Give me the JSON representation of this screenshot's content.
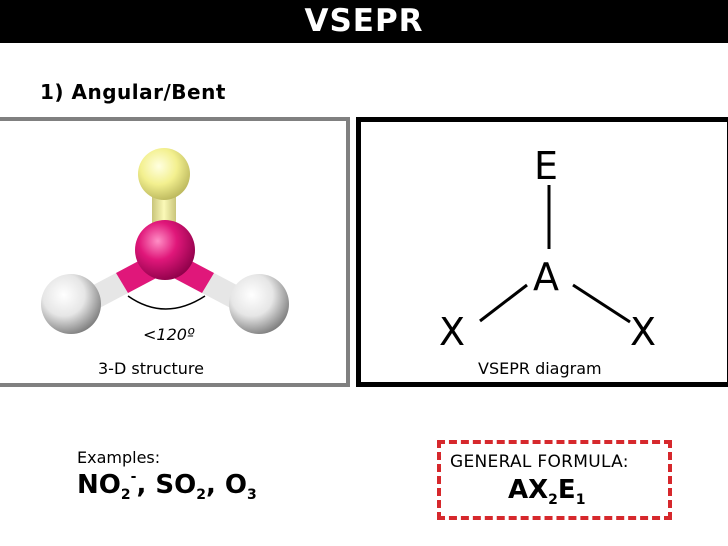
{
  "header": {
    "title": "VSEPR"
  },
  "section": {
    "heading": "1) Angular/Bent"
  },
  "model_panel": {
    "angle_label": "<120º",
    "caption": "3-D structure"
  },
  "diagram_panel": {
    "caption": "VSEPR diagram",
    "atoms": {
      "top": "E",
      "center": "A",
      "left": "X",
      "right": "X"
    }
  },
  "examples": {
    "label": "Examples:",
    "molecules": [
      {
        "symbol": "NO",
        "sub": "2",
        "sup": "-"
      },
      {
        "symbol": "SO",
        "sub": "2",
        "sup": ""
      },
      {
        "symbol": "O",
        "sub": "3",
        "sup": ""
      }
    ]
  },
  "general_formula": {
    "caption": "GENERAL FORMULA:",
    "parts": [
      {
        "symbol": "AX",
        "sub": "2"
      },
      {
        "symbol": "E",
        "sub": "1"
      }
    ]
  },
  "colors": {
    "central_atom": "#e0177a",
    "lone_pair": "#f3f08f",
    "terminal_atom": "#e6e6e6",
    "formula_border": "#d6282c",
    "left_panel_border": "#808080",
    "title_bar": "#000000"
  }
}
